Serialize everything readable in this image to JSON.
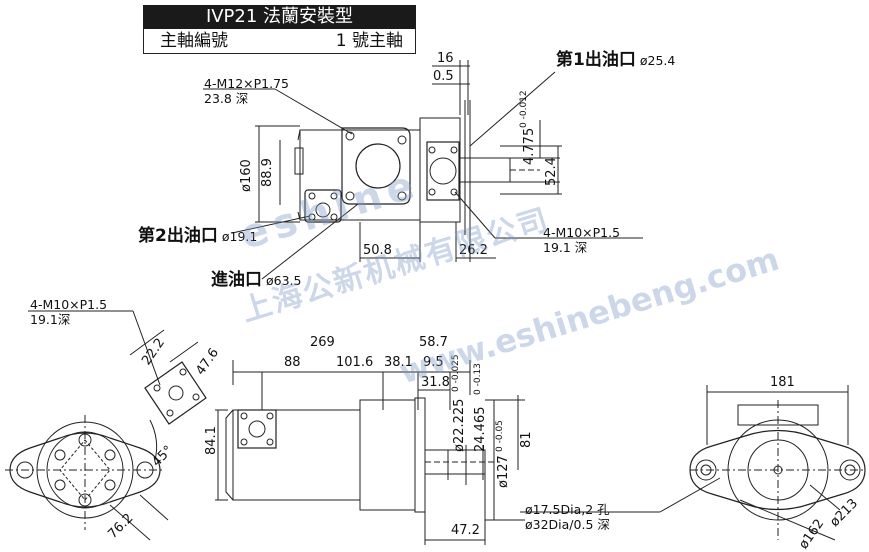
{
  "title": "IVP21 法蘭安裝型",
  "shaft_label": "主軸編號",
  "shaft_value": "1 號主軸",
  "ports": {
    "outlet1": "第1出油口",
    "outlet1_dia": "ø25.4",
    "outlet2": "第2出油口",
    "outlet2_dia": "ø19.1",
    "inlet": "進油口",
    "inlet_dia": "ø63.5"
  },
  "notes": {
    "m12_a": "4-M12×P1.75",
    "m12_b": "23.8 深",
    "m10_a": "4-M10×P1.5",
    "m10_b": "19.1 深",
    "m10_left_a": "4-M10×P1.5",
    "m10_left_b": "19.1深",
    "hole_a": "ø17.5Dia,2 孔",
    "hole_b": "ø32Dia/0.5 深"
  },
  "dims": {
    "d16": "16",
    "d05": "0.5",
    "d4775": "4.775",
    "d4775_tol_up": "0",
    "d4775_tol_low": "-0.012",
    "d524": "52.4",
    "d160": "ø160",
    "d889": "88.9",
    "d508": "50.8",
    "d262": "26.2",
    "d222": "22.2",
    "d476": "47.6",
    "d45": "45°",
    "d762": "76.2",
    "d269": "269",
    "d587": "58.7",
    "d88": "88",
    "d1016": "101.6",
    "d381": "38.1",
    "d95": "9.5",
    "d318": "31.8",
    "d841": "84.1",
    "d22225": "ø22.225",
    "d22225_tol_up": "0",
    "d22225_tol_low": "-0.025",
    "d24465": "24.465",
    "d24465_tol_up": "0",
    "d24465_tol_low": "-0.13",
    "d127": "ø127",
    "d127_tol_up": "0",
    "d127_tol_low": "-0.05",
    "d81": "81",
    "d472": "47.2",
    "d181": "181",
    "d213": "ø213",
    "d162": "ø162"
  },
  "watermark": {
    "brand": "eshine",
    "company": "上海公新机械有限公司",
    "url": "www.eshinebeng.com"
  }
}
